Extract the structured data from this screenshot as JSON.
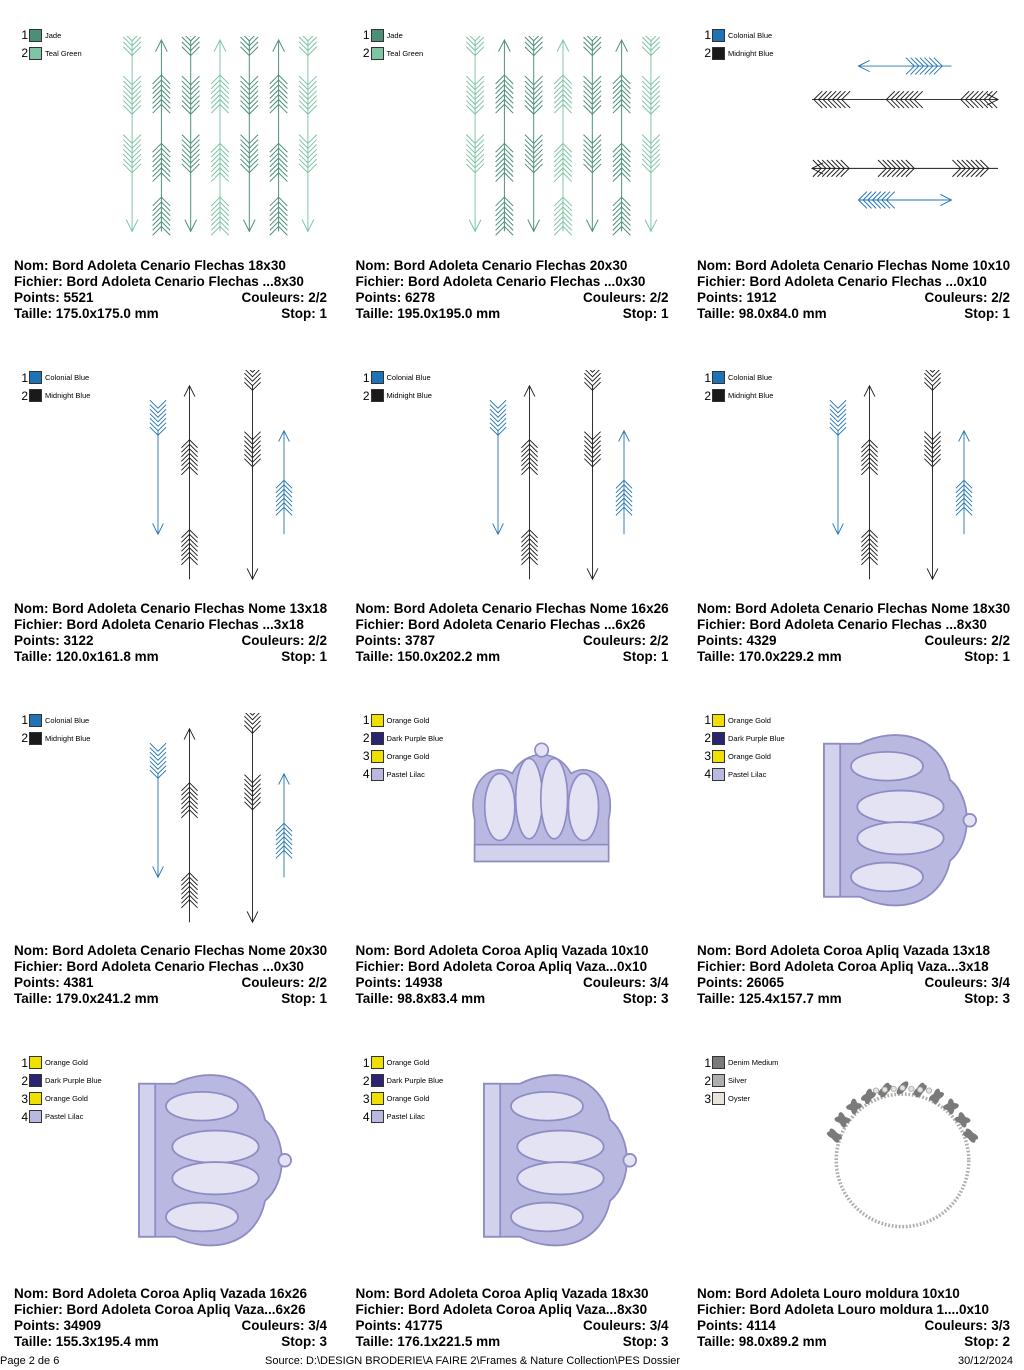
{
  "labels": {
    "nom": "Nom: ",
    "fichier": "Fichier: ",
    "points": "Points: ",
    "couleurs": "Couleurs: ",
    "taille": "Taille: ",
    "stop": "Stop: "
  },
  "colors": {
    "Jade": "#4b8f78",
    "Teal Green": "#7dc5a5",
    "Colonial Blue": "#1f73b4",
    "Midnight Blue": "#1a1a1a",
    "Orange Gold": "#f0e000",
    "Dark Purple Blue": "#2b2470",
    "Pastel Lilac": "#b9b8e0",
    "Denim Medium": "#7a7a7a",
    "Silver": "#aeaeae",
    "Oyster": "#e8e4dc"
  },
  "designs": [
    {
      "nom": "Bord Adoleta Cenario Flechas 18x30",
      "fichier": "Bord Adoleta Cenario Flechas ...8x30",
      "points": "5521",
      "couleurs": "2/2",
      "taille": "175.0x175.0 mm",
      "stop": "1",
      "thread_colors": [
        "Jade",
        "Teal Green"
      ],
      "picture": "arrows-teal"
    },
    {
      "nom": "Bord Adoleta Cenario Flechas 20x30",
      "fichier": "Bord Adoleta Cenario Flechas ...0x30",
      "points": "6278",
      "couleurs": "2/2",
      "taille": "195.0x195.0 mm",
      "stop": "1",
      "thread_colors": [
        "Jade",
        "Teal Green"
      ],
      "picture": "arrows-teal"
    },
    {
      "nom": "Bord Adoleta Cenario Flechas Nome 10x10",
      "fichier": "Bord Adoleta Cenario Flechas ...0x10",
      "points": "1912",
      "couleurs": "2/2",
      "taille": "98.0x84.0 mm",
      "stop": "1",
      "thread_colors": [
        "Colonial Blue",
        "Midnight Blue"
      ],
      "picture": "arrows-horizontal"
    },
    {
      "nom": "Bord Adoleta Cenario Flechas Nome 13x18",
      "fichier": "Bord Adoleta Cenario Flechas ...3x18",
      "points": "3122",
      "couleurs": "2/2",
      "taille": "120.0x161.8 mm",
      "stop": "1",
      "thread_colors": [
        "Colonial Blue",
        "Midnight Blue"
      ],
      "picture": "arrows-vertical"
    },
    {
      "nom": "Bord Adoleta Cenario Flechas Nome 16x26",
      "fichier": "Bord Adoleta Cenario Flechas ...6x26",
      "points": "3787",
      "couleurs": "2/2",
      "taille": "150.0x202.2 mm",
      "stop": "1",
      "thread_colors": [
        "Colonial Blue",
        "Midnight Blue"
      ],
      "picture": "arrows-vertical"
    },
    {
      "nom": "Bord Adoleta Cenario Flechas Nome 18x30",
      "fichier": "Bord Adoleta Cenario Flechas ...8x30",
      "points": "4329",
      "couleurs": "2/2",
      "taille": "170.0x229.2 mm",
      "stop": "1",
      "thread_colors": [
        "Colonial Blue",
        "Midnight Blue"
      ],
      "picture": "arrows-vertical"
    },
    {
      "nom": "Bord Adoleta Cenario Flechas Nome 20x30",
      "fichier": "Bord Adoleta Cenario Flechas ...0x30",
      "points": "4381",
      "couleurs": "2/2",
      "taille": "179.0x241.2 mm",
      "stop": "1",
      "thread_colors": [
        "Colonial Blue",
        "Midnight Blue"
      ],
      "picture": "arrows-vertical"
    },
    {
      "nom": "Bord Adoleta Coroa Apliq Vazada 10x10",
      "fichier": "Bord Adoleta Coroa Apliq Vaza...0x10",
      "points": "14938",
      "couleurs": "3/4",
      "taille": "98.8x83.4 mm",
      "stop": "3",
      "thread_colors": [
        "Orange Gold",
        "Dark Purple Blue",
        "Orange Gold",
        "Pastel Lilac"
      ],
      "picture": "crown-upright"
    },
    {
      "nom": "Bord Adoleta Coroa Apliq Vazada 13x18",
      "fichier": "Bord Adoleta Coroa Apliq Vaza...3x18",
      "points": "26065",
      "couleurs": "3/4",
      "taille": "125.4x157.7 mm",
      "stop": "3",
      "thread_colors": [
        "Orange Gold",
        "Dark Purple Blue",
        "Orange Gold",
        "Pastel Lilac"
      ],
      "picture": "crown-sideways"
    },
    {
      "nom": "Bord Adoleta Coroa Apliq Vazada 16x26",
      "fichier": "Bord Adoleta Coroa Apliq Vaza...6x26",
      "points": "34909",
      "couleurs": "3/4",
      "taille": "155.3x195.4 mm",
      "stop": "3",
      "thread_colors": [
        "Orange Gold",
        "Dark Purple Blue",
        "Orange Gold",
        "Pastel Lilac"
      ],
      "picture": "crown-sideways"
    },
    {
      "nom": "Bord Adoleta Coroa Apliq Vazada 18x30",
      "fichier": "Bord Adoleta Coroa Apliq Vaza...8x30",
      "points": "41775",
      "couleurs": "3/4",
      "taille": "176.1x221.5 mm",
      "stop": "3",
      "thread_colors": [
        "Orange Gold",
        "Dark Purple Blue",
        "Orange Gold",
        "Pastel Lilac"
      ],
      "picture": "crown-sideways"
    },
    {
      "nom": "Bord Adoleta Louro moldura 10x10",
      "fichier": "Bord Adoleta Louro moldura 1....0x10",
      "points": "4114",
      "couleurs": "3/3",
      "taille": "98.0x89.2 mm",
      "stop": "2",
      "thread_colors": [
        "Denim Medium",
        "Silver",
        "Oyster"
      ],
      "picture": "laurel-wreath"
    }
  ],
  "footer": {
    "page": "Page 2 de 6",
    "source": "Source: D:\\DESIGN BRODERIE\\A FAIRE 2\\Frames & Nature Collection\\PES Dossier",
    "date": "30/12/2024"
  }
}
